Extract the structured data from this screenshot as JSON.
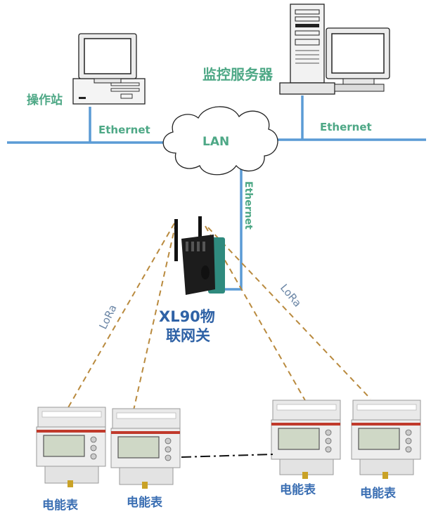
{
  "labels": {
    "operator_station": "操作站",
    "monitor_server": "监控服务器",
    "ethernet_left": "Ethernet",
    "ethernet_right": "Ethernet",
    "ethernet_vertical": "Ethernet",
    "lan": "LAN",
    "lora_left": "LoRa",
    "lora_right": "LoRa",
    "gateway_line1": "XL90物",
    "gateway_line2": "联网关",
    "meter_1": "电能表",
    "meter_2": "电能表",
    "meter_3": "电能表",
    "meter_4": "电能表"
  },
  "colors": {
    "ethernet_line": "#5b9bd5",
    "label_green": "#4ea886",
    "label_blue": "#3b6fb3",
    "lora_dash": "#b98a3e",
    "gateway_body": "#1c1c1c",
    "gateway_side": "#2f8a7e"
  }
}
